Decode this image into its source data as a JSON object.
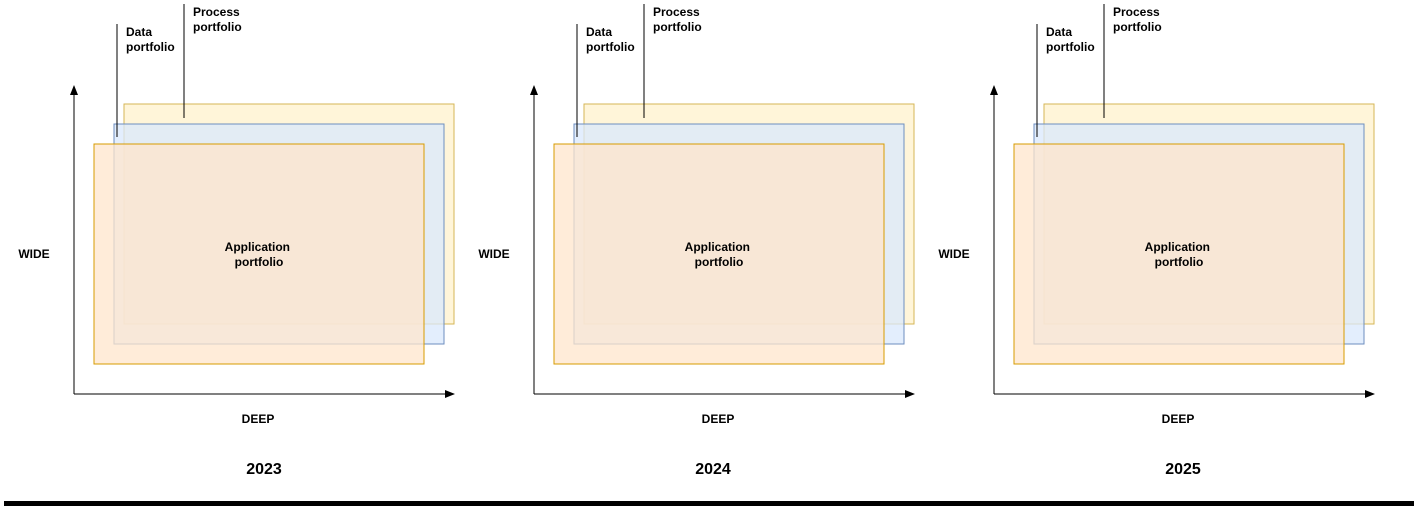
{
  "panels": [
    {
      "year": "2023",
      "wide_label": "WIDE",
      "deep_label": "DEEP",
      "process_label": [
        "Process",
        "portfolio"
      ],
      "data_label": [
        "Data",
        "portfolio"
      ],
      "application_label": [
        "Application",
        "portfolio"
      ]
    },
    {
      "year": "2024",
      "wide_label": "WIDE",
      "deep_label": "DEEP",
      "process_label": [
        "Process",
        "portfolio"
      ],
      "data_label": [
        "Data",
        "portfolio"
      ],
      "application_label": [
        "Application",
        "portfolio"
      ]
    },
    {
      "year": "2025",
      "wide_label": "WIDE",
      "deep_label": "DEEP",
      "process_label": [
        "Process",
        "portfolio"
      ],
      "data_label": [
        "Data",
        "portfolio"
      ],
      "application_label": [
        "Application",
        "portfolio"
      ]
    }
  ],
  "colors": {
    "process_fill": "#fff2cc",
    "process_stroke": "#d6b656",
    "data_fill": "#dae8fc",
    "data_stroke": "#6c8ebf",
    "application_fill": "#ffe6cc",
    "application_stroke": "#d79b00",
    "axis": "#000000",
    "timeline_bar": "#000000"
  }
}
